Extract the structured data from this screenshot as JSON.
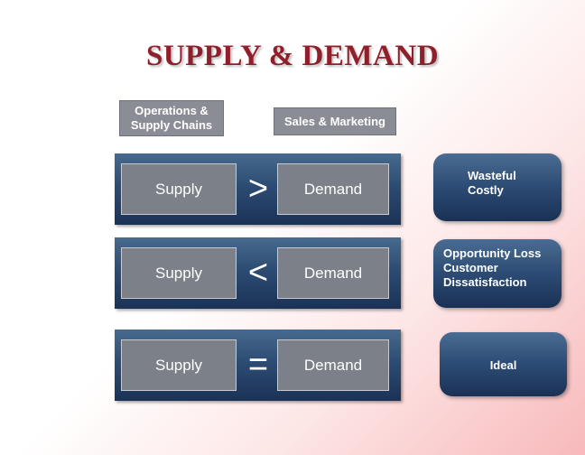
{
  "title": "SUPPLY & DEMAND",
  "headers": {
    "operations": [
      "Operations &",
      "Supply Chains"
    ],
    "sales": "Sales & Marketing"
  },
  "rows": [
    {
      "left": "Supply",
      "operator": ">",
      "right": "Demand",
      "result": [
        "Wasteful",
        "Costly"
      ]
    },
    {
      "left": "Supply",
      "operator": "<",
      "right": "Demand",
      "result": [
        "Opportunity Loss",
        "Customer",
        "Dissatisfaction"
      ]
    },
    {
      "left": "Supply",
      "operator": "=",
      "right": "Demand",
      "result": [
        "Ideal"
      ]
    }
  ],
  "colors": {
    "title": "#8f1f2a",
    "header_fill": "#8a8d95",
    "row_fill": "#2d4c73",
    "box_fill": "#7c8089",
    "background_accent": "#f8b9bb"
  }
}
